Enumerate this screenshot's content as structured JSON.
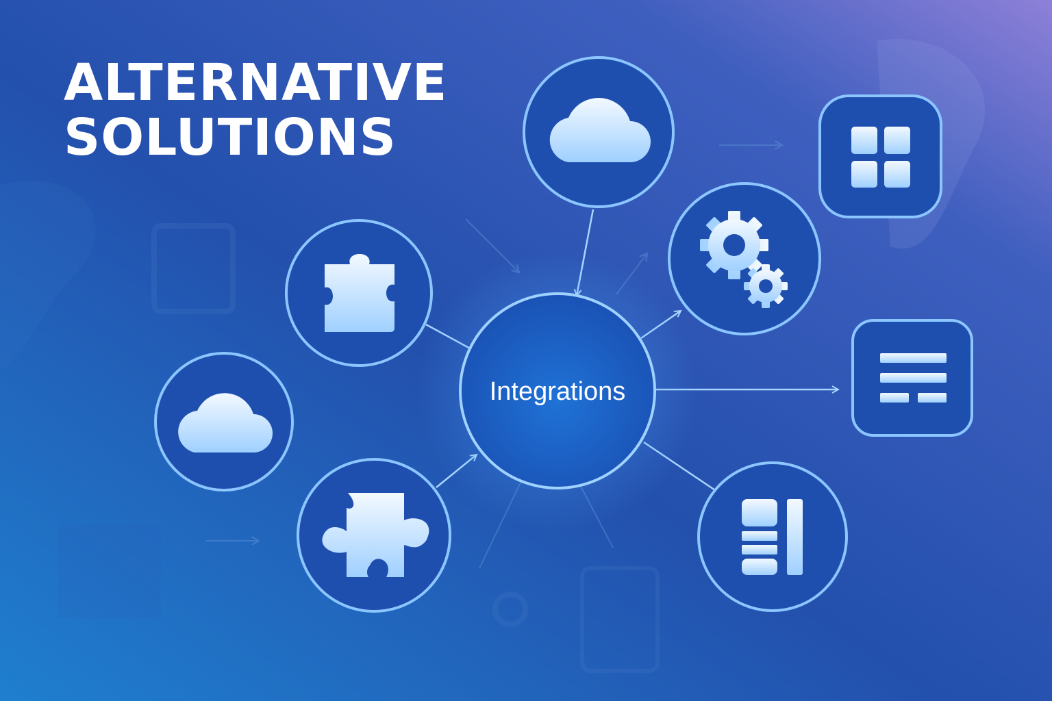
{
  "title": {
    "line1": "ALTERNATIVE",
    "line2": "SOLUTIONS"
  },
  "hub": {
    "label": "Integrations"
  },
  "nodes": [
    {
      "icon": "cloud-icon"
    },
    {
      "icon": "puzzle-piece-icon"
    },
    {
      "icon": "cloud-icon"
    },
    {
      "icon": "puzzle-piece-icon"
    },
    {
      "icon": "gears-icon"
    },
    {
      "icon": "grid-icon"
    },
    {
      "icon": "list-icon"
    },
    {
      "icon": "document-columns-icon"
    }
  ],
  "colors": {
    "background_start": "#1d5fb8",
    "background_end": "#8a7fd6",
    "node_fill": "#1f4fae",
    "node_ring": "#8cc6ff",
    "icon_fill": "#dceeff"
  }
}
